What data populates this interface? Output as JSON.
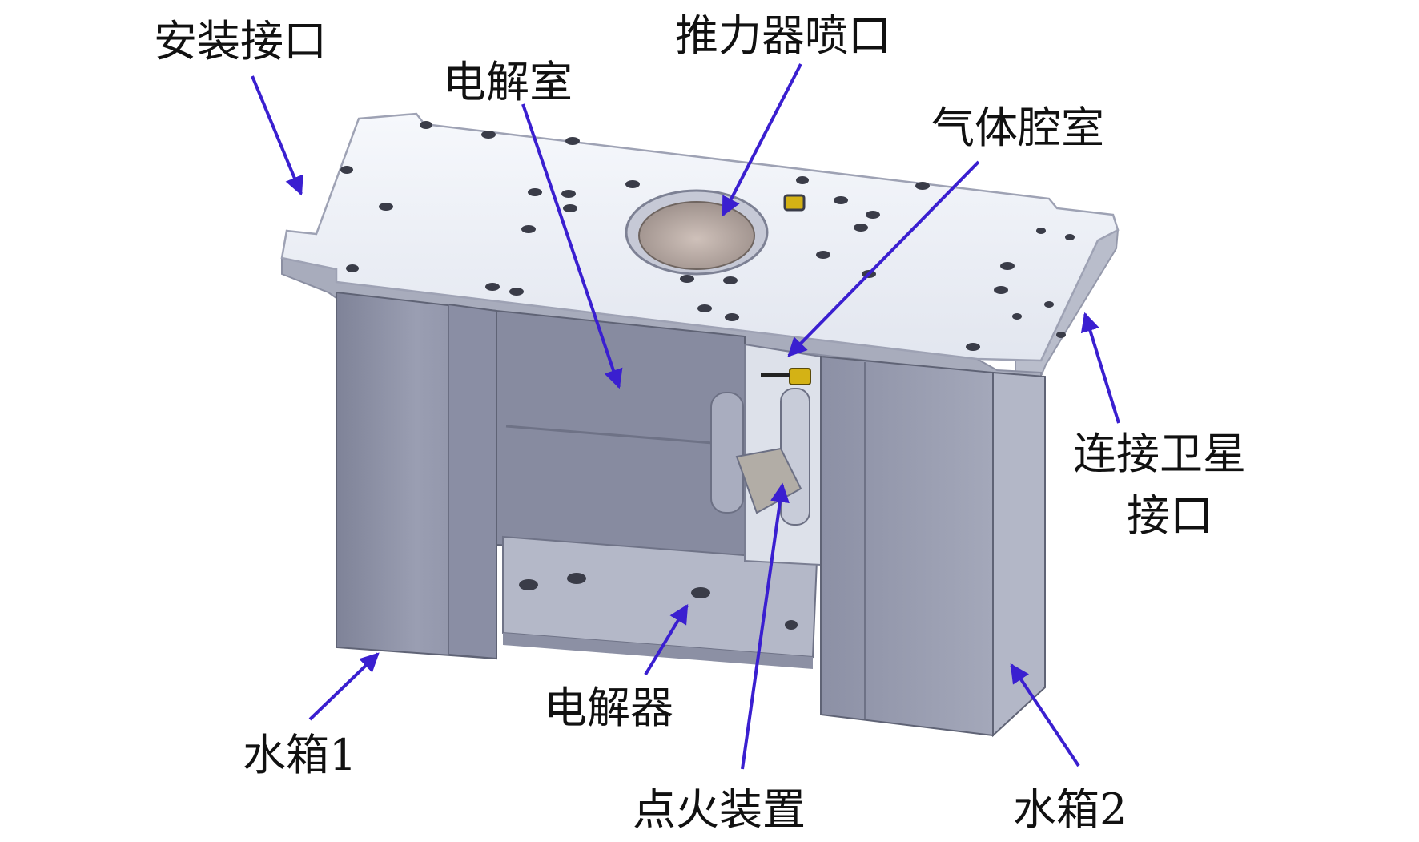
{
  "labels": {
    "install_interface": "安装接口",
    "thruster_nozzle": "推力器喷口",
    "electrolysis_chamber": "电解室",
    "gas_chamber": "气体腔室",
    "satellite_interface_line1": "连接卫星",
    "satellite_interface_line2": "接口",
    "electrolyzer": "电解器",
    "water_tank_1": "水箱1",
    "ignition_device": "点火装置",
    "water_tank_2": "水箱2"
  },
  "colors": {
    "arrow": "#3a1fd0",
    "top_plate": "#eef1f7",
    "plate_edge": "#a9adbd",
    "body_side": "#8e92a6",
    "body_front": "#9ca0b3",
    "body_dark": "#6f7387",
    "inner_shadow": "#7b7f93",
    "nozzle_rim": "#c6c9d6",
    "nozzle_inner": "#b9aca6",
    "hole": "#3a3c48",
    "igniter": "#d4b215"
  }
}
